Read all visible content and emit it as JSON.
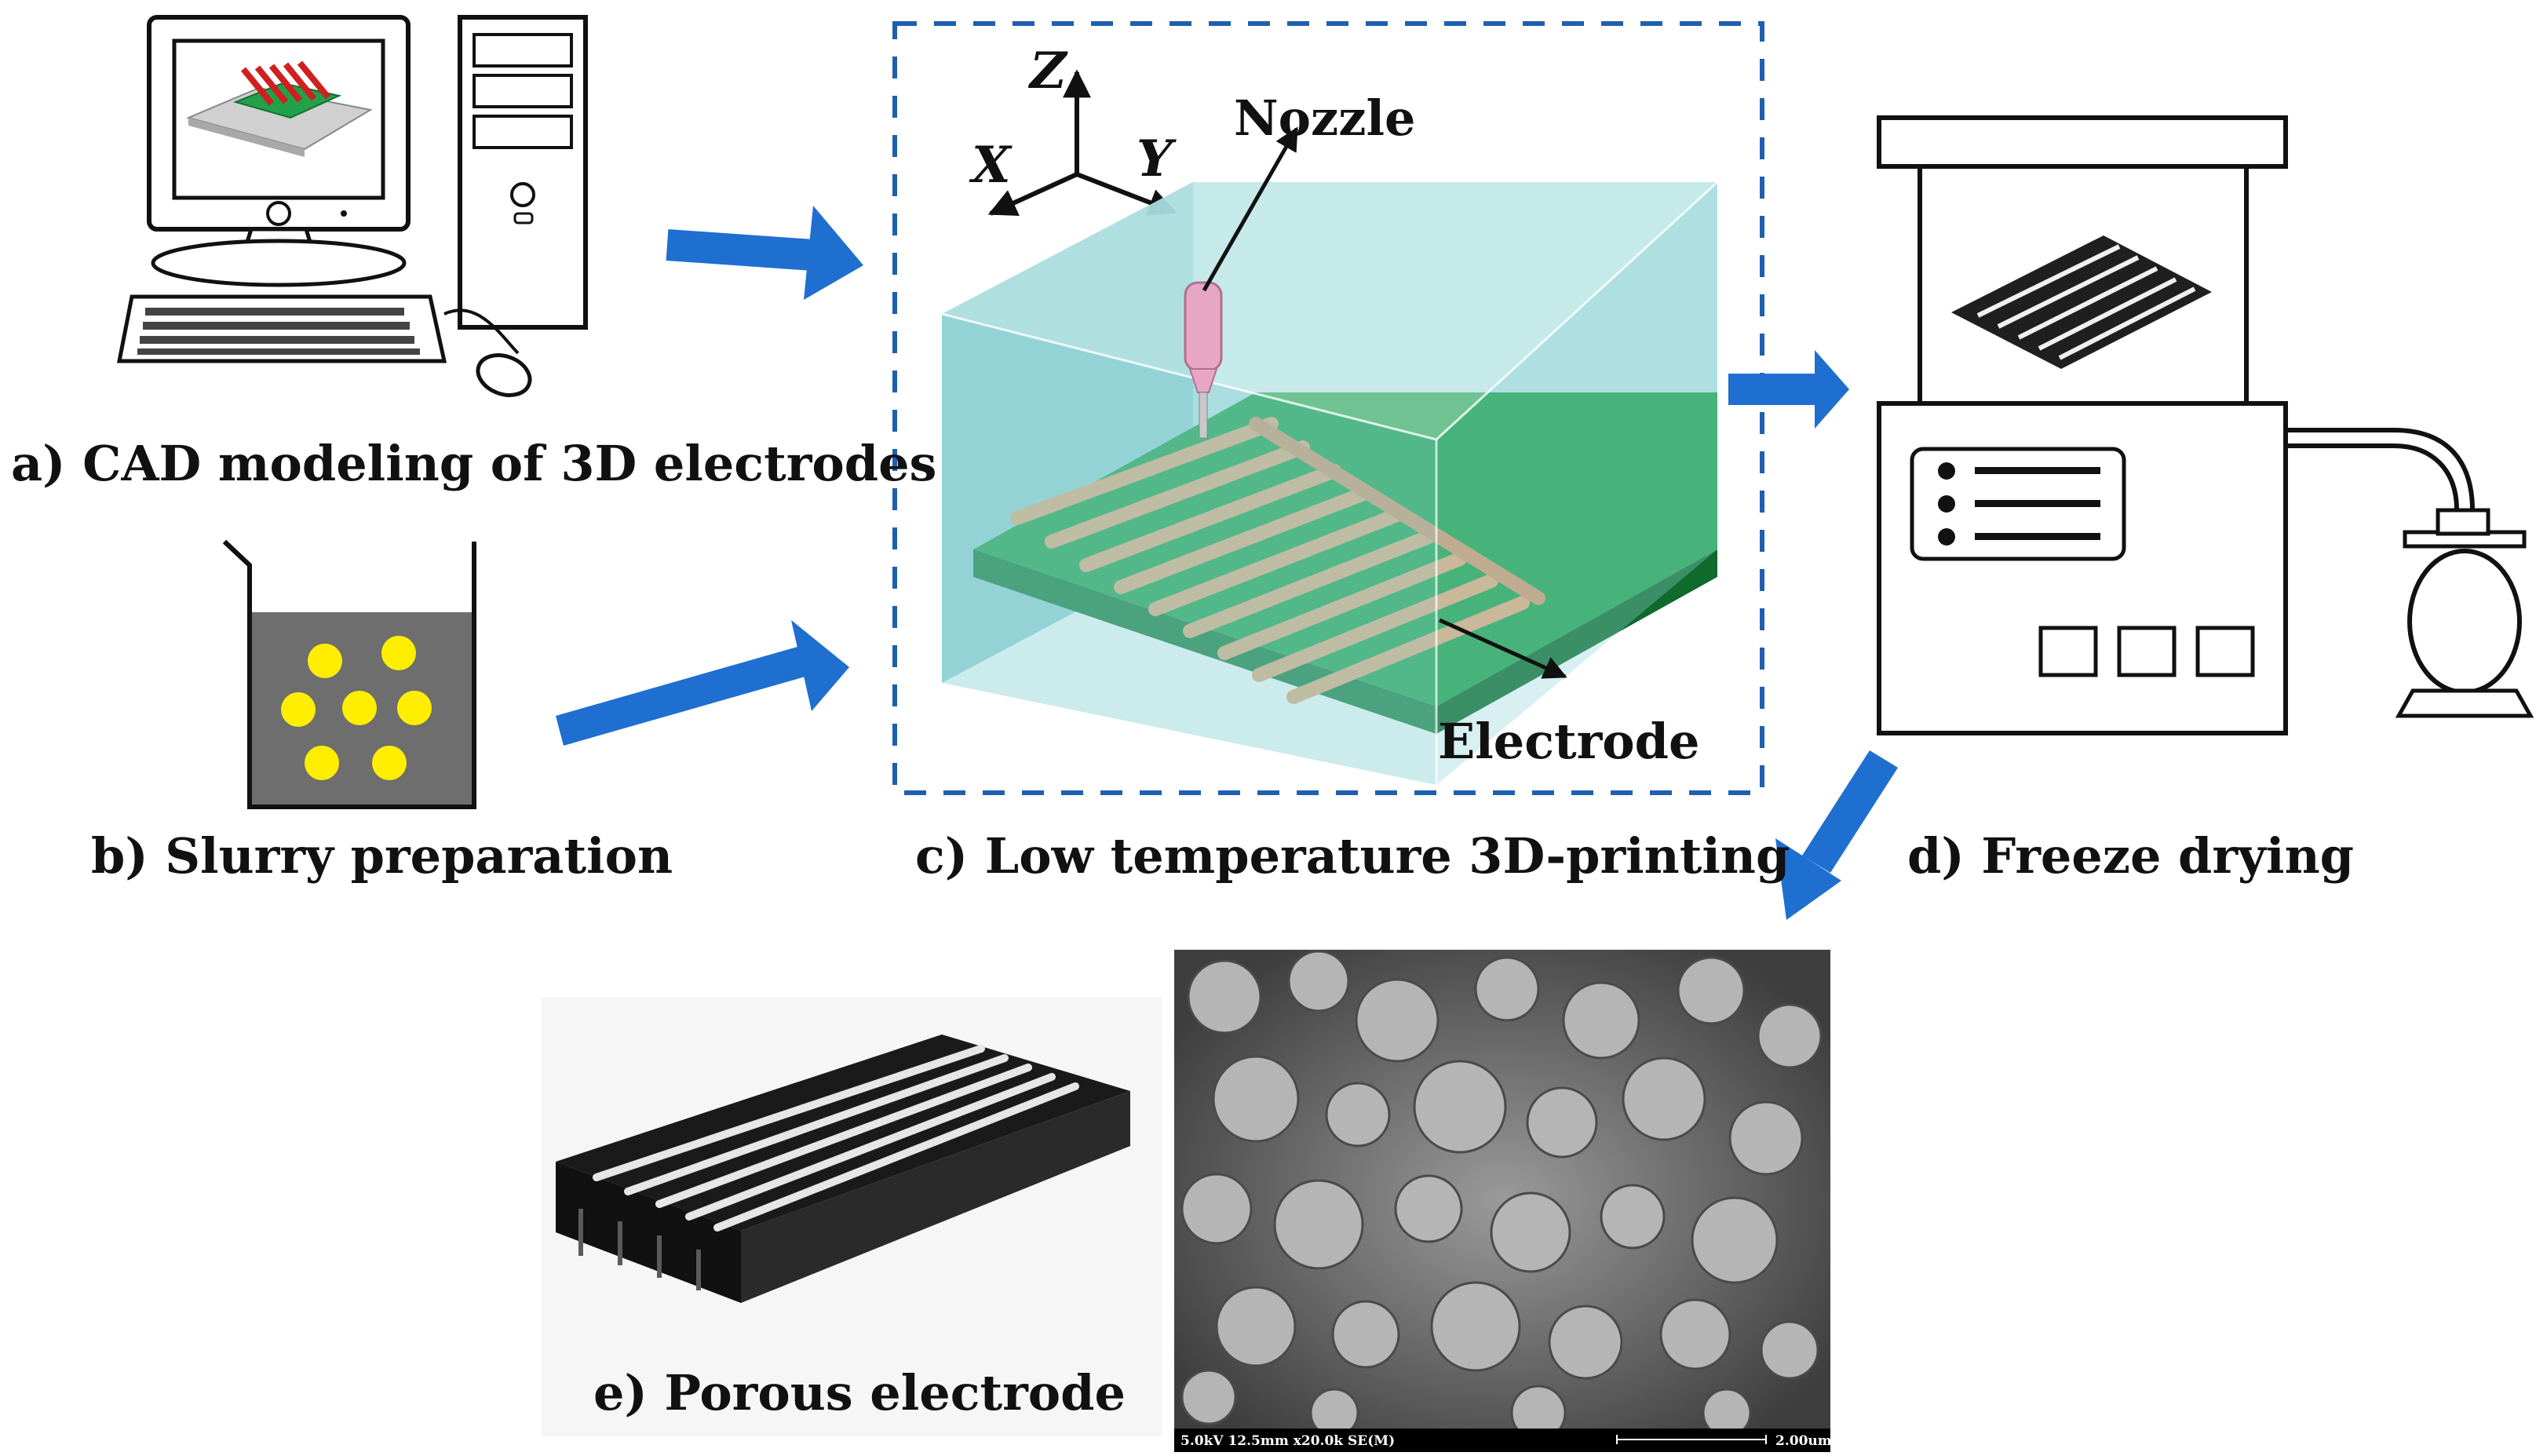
{
  "captions": {
    "a": "a) CAD modeling of 3D electrodes",
    "b": "b) Slurry preparation",
    "c": "c) Low temperature 3D-printing",
    "d": "d) Freeze drying",
    "e": "e) Porous electrode"
  },
  "labels": {
    "nozzle": "Nozzle",
    "electrode": "Electrode"
  },
  "axes": {
    "x": "X",
    "y": "Y",
    "z": "Z"
  },
  "sem": {
    "info": "5.0kV 12.5mm x20.0k SE(M)",
    "scale": "2.00um"
  },
  "colors": {
    "flow_arrow": "#1f6fd1",
    "dashed_frame": "#1f5fb0",
    "tank": "#8fd3d6",
    "substrate": "#22a04a",
    "printed_lines": "#e8a97a",
    "nozzle": "#e6a6c4",
    "slurry": "#6e6e6e",
    "particles": "#ffee00",
    "electrode_dark": "#1a1a1a"
  }
}
